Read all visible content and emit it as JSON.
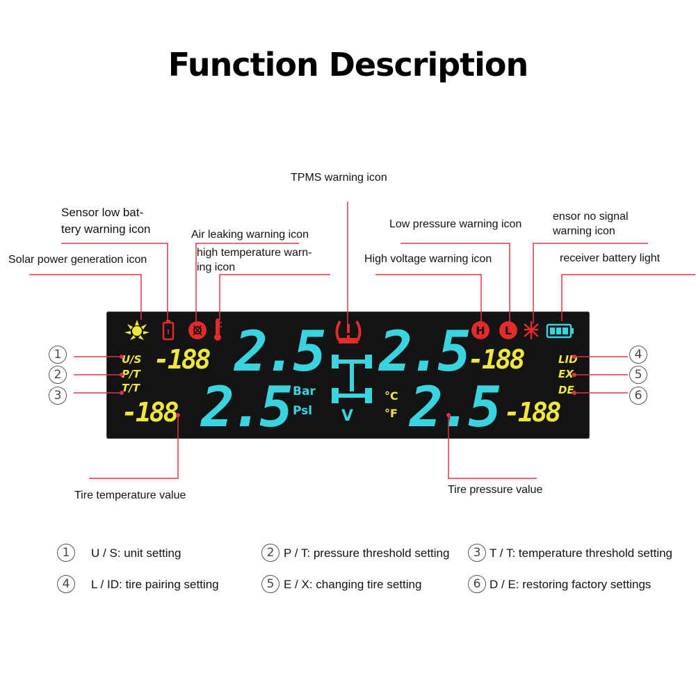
{
  "title": "Function Description",
  "labels": {
    "tpms_warning": "TPMS warning icon",
    "sensor_low_battery_1": "Sensor low bat-",
    "sensor_low_battery_2": "tery warning icon",
    "air_leaking": "Air leaking warning icon",
    "high_temp_1": "high temperature warn-",
    "high_temp_2": "ing icon",
    "solar_power": "Solar power generation icon",
    "low_pressure": "Low pressure warning icon",
    "sensor_no_signal_1": "ensor no signal",
    "sensor_no_signal_2": "warning icon",
    "high_voltage": "High voltage warning icon",
    "receiver_battery": "receiver battery light",
    "tire_temperature": "Tire temperature value",
    "tire_pressure": "Tire pressure value"
  },
  "display": {
    "pressure_fl": "2.5",
    "pressure_fr": "2.5",
    "pressure_rl": "2.5",
    "pressure_rr": "2.5",
    "temp_fl": "-188",
    "temp_fr": "-188",
    "temp_rl": "-188",
    "temp_rr": "-188",
    "btn_us": "U/S",
    "btn_pt": "P/T",
    "btn_tt": "T/T",
    "btn_lid": "LID",
    "btn_ex": "EX",
    "btn_de": "DE",
    "unit_bar": "Bar",
    "unit_psi": "Psl",
    "unit_c": "°C",
    "unit_f": "°F",
    "unit_v": "V"
  },
  "markers": {
    "m1": "1",
    "m2": "2",
    "m3": "3",
    "m4": "4",
    "m5": "5",
    "m6": "6"
  },
  "legend": {
    "l1_num": "1",
    "l1_text": "U / S: unit setting",
    "l2_num": "2",
    "l2_text": "P / T: pressure threshold setting",
    "l3_num": "3",
    "l3_text": "T / T: temperature threshold setting",
    "l4_num": "4",
    "l4_text": "L / ID: tire pairing setting",
    "l5_num": "5",
    "l5_text": "E / X: changing tire setting",
    "l6_num": "6",
    "l6_text": "D / E: restoring factory settings"
  },
  "colors": {
    "leader_line": "#e8304a",
    "lcd_background": "#131313",
    "lcd_cyan": "#38d4df",
    "lcd_yellow": "#f1e63a",
    "warning_red": "#e52a2a"
  }
}
